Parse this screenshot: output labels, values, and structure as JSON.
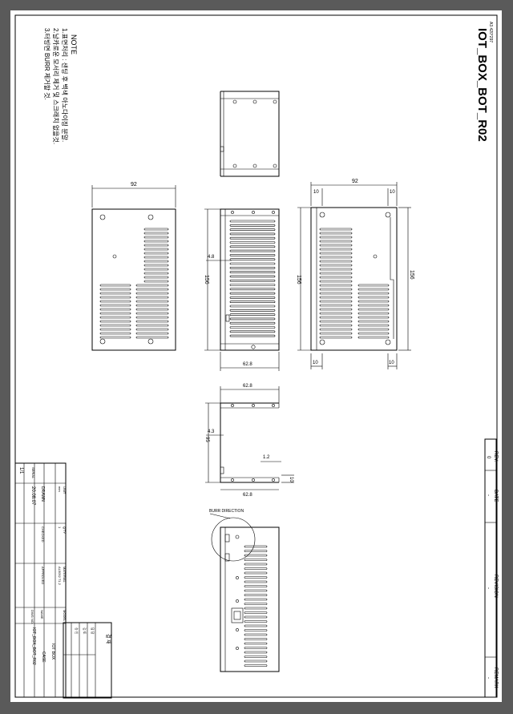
{
  "drawing": {
    "title": "IOT_BOX_BOT_R02",
    "sheet_tag": "A3 420*297",
    "note_heading": "NOTE",
    "notes": [
      "1.표면처리 : 샌딩 후 백색 아노다이징 분말.",
      "2.날카로운 모서리 제거 및 스크래치 없을것.",
      "3.터빙면 BURR 제거할 것."
    ],
    "burr_label": "BURR DIRECTION"
  },
  "dimensions": {
    "d92_left": "92",
    "d92_right": "92",
    "d156_mid": "156",
    "d156_right_a": "156",
    "d156_right_b": "156",
    "d4_8": "4.8",
    "d62_8_front": "62.8",
    "d62_8_top": "62.8",
    "d62_8_bottom": "62.8",
    "d10_tl": "10",
    "d10_tr": "10",
    "d10_bl": "10",
    "d10_br": "10",
    "d4_3": "4.3",
    "d95": "95",
    "d1_2": "1.2",
    "d10_small": "10"
  },
  "revision_table": {
    "headers": [
      "REV.",
      "DATE",
      "REVISION",
      "REMARK"
    ],
    "values": [
      "0",
      "-",
      "-",
      "-"
    ]
  },
  "title_block": {
    "scale": "1/1",
    "date": "20.08.07",
    "drawn_label": "DRAWN",
    "unit_label": "UNIT",
    "unit_value": "mm",
    "checked_label": "CHECKED",
    "qty_label": "Q'TY",
    "qty_value": "1",
    "material_label": "MATERIAL",
    "material_value": "AL5052 T1.2",
    "approved_label": "APPROVED",
    "model_label": "MODEL",
    "model_value": "IOT BOX",
    "name_label": "NAME",
    "name_value": "CASE",
    "dwg_label": "DWG NO.",
    "dwg_value": "IOT_BOX_BOT_R02",
    "serial_label": "SERIAL"
  },
  "approval_box": {
    "title": "결 재",
    "rows": [
      "담 당",
      "검 토",
      "승 인"
    ]
  }
}
